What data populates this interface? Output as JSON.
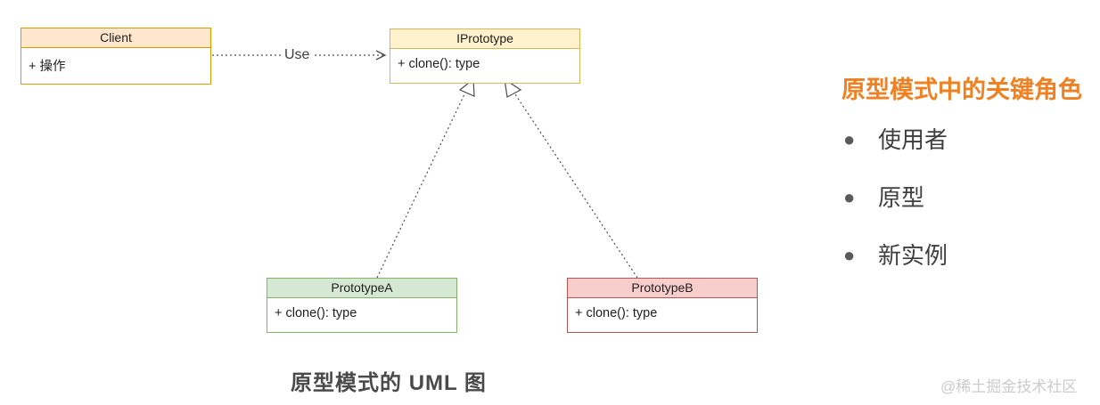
{
  "diagram": {
    "classes": [
      {
        "name": "Client",
        "members": [
          "+ 操作"
        ],
        "header_fill": "#FFE6CC",
        "border": "#D79B00"
      },
      {
        "name": "IPrototype",
        "members": [
          "+ clone(): type"
        ],
        "header_fill": "#FFF2CC",
        "border": "#D6B656"
      },
      {
        "name": "PrototypeA",
        "members": [
          "+ clone(): type"
        ],
        "header_fill": "#D5E8D4",
        "border": "#82B366"
      },
      {
        "name": "PrototypeB",
        "members": [
          "+ clone(): type"
        ],
        "header_fill": "#F8CECC",
        "border": "#B85450"
      }
    ],
    "use_edge": {
      "label": "Use"
    },
    "line_color": "#4d4d4d",
    "caption": "原型模式的 UML 图"
  },
  "sidebar": {
    "heading": "原型模式中的关键角色",
    "heading_color": "#ef8122",
    "bullets": [
      "使用者",
      "原型",
      "新实例"
    ]
  },
  "watermark": {
    "text": "@稀土掘金技术社区"
  }
}
